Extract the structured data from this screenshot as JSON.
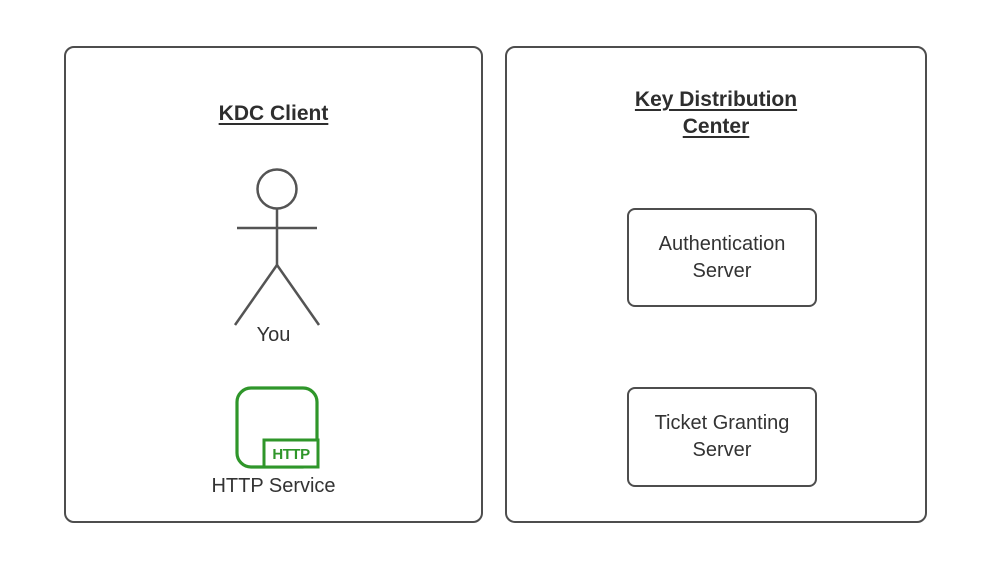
{
  "colors": {
    "stroke_gray": "#4d4d4d",
    "actor_gray": "#545454",
    "text_dark": "#2e2e2e",
    "text_body": "#333333",
    "accent_green": "#2f962a",
    "background": "#ffffff"
  },
  "left_panel": {
    "title": "KDC Client",
    "actor": {
      "icon": "person-stick-figure-icon",
      "label": "You"
    },
    "service": {
      "icon": "http-app-window-icon",
      "badge": "HTTP",
      "label": "HTTP Service"
    }
  },
  "right_panel": {
    "title_line1": "Key Distribution",
    "title_line2": "Center",
    "nodes": [
      {
        "line1": "Authentication",
        "line2": "Server"
      },
      {
        "line1": "Ticket Granting",
        "line2": "Server"
      }
    ]
  }
}
